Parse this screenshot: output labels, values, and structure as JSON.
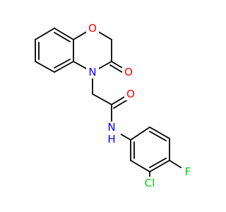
{
  "colors": {
    "carbon_bond": "#000000",
    "oxygen": "#ff0000",
    "nitrogen": "#0000ff",
    "chlorine": "#00cc00",
    "fluorine": "#00cc00",
    "background": "#ffffff"
  },
  "atoms": {
    "ring_oxygen": "O",
    "carbonyl_oxygen_lactam": "O",
    "ring_nitrogen": "N",
    "carbonyl_oxygen_amide": "O",
    "amide_nitrogen": "N",
    "amide_hydrogen": "H",
    "chlorine": "Cl",
    "fluorine": "F"
  }
}
